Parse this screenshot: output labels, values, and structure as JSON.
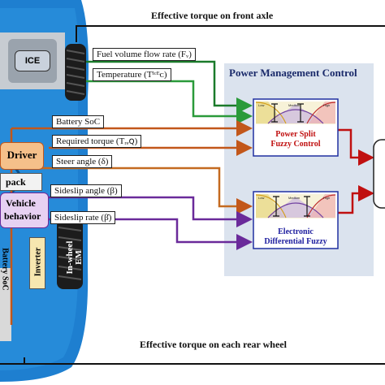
{
  "top_label": "Effective torque on front axle",
  "bottom_label": "Effective torque on each rear wheel",
  "panel": {
    "title": "Power Management Control"
  },
  "signals": {
    "fuel_flow": "Fuel volume flow rate (Fᵥ)",
    "temperature": "Temperature (Tᴵᶜᴱᴄ)",
    "battery_soc": "Battery SoC",
    "required_torque": "Required torque (Tᵣₑꞯ)",
    "steer_angle": "Steer angle (δ)",
    "sideslip_angle": "Sideslip angle (β)",
    "sideslip_rate": "Sideslip rate (β̇)"
  },
  "blocks": {
    "fuzzy1": "Power Split\nFuzzy Control",
    "fuzzy2": "Electronic\nDifferential Fuzzy",
    "ice": "ICE",
    "driver": "Driver",
    "pack": "pack",
    "vehicle_line1": "Vehicle",
    "vehicle_line2": "behavior",
    "inverter": "Inverter",
    "inwheel": "In-wheel\nEM",
    "battery_soc_vertical": "Battery SoC"
  },
  "mf_labels": {
    "low": "Low",
    "medium": "Medium",
    "high": "High"
  },
  "colors": {
    "fuel": "#1a7a2a",
    "temp": "#2a9a3a",
    "soc": "#b8441a",
    "torque": "#c2571a",
    "steer": "#c46a20",
    "sideslip": "#6a2a9a",
    "output": "#c01010",
    "panel_bg": "#dbe3ee",
    "car_body": "#1e7fd0"
  }
}
